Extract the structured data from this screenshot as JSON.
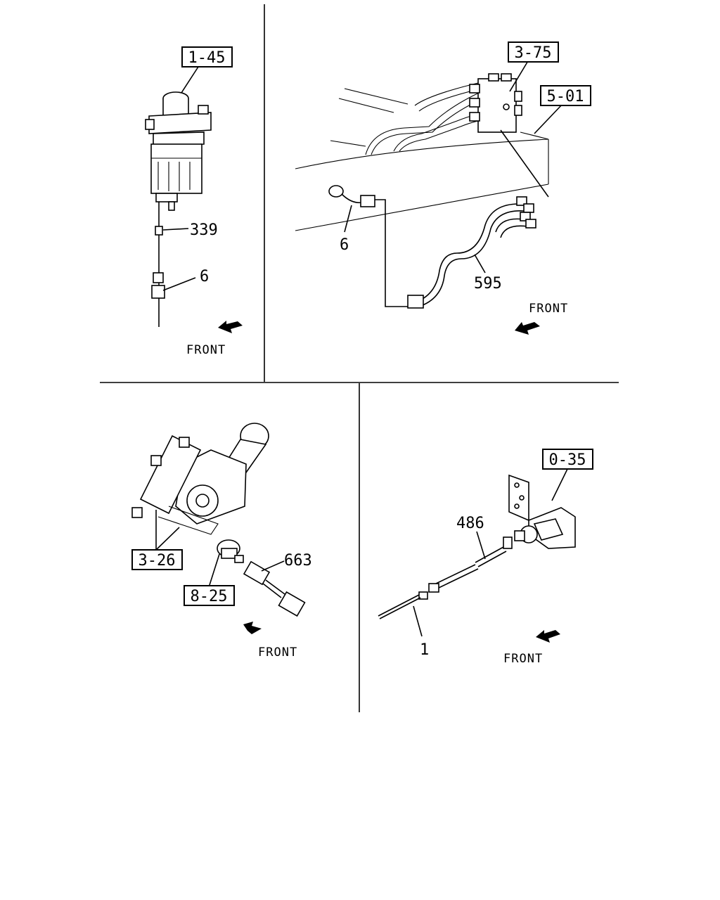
{
  "panels": [
    {
      "name": "top-left",
      "ref_boxes": [
        "1-45"
      ],
      "callouts": [
        "339",
        "6"
      ],
      "direction": "FRONT"
    },
    {
      "name": "top-right",
      "ref_boxes": [
        "3-75",
        "5-01"
      ],
      "callouts": [
        "6",
        "595"
      ],
      "direction": "FRONT"
    },
    {
      "name": "bottom-left",
      "ref_boxes": [
        "3-26",
        "8-25"
      ],
      "callouts": [
        "663"
      ],
      "direction": "FRONT"
    },
    {
      "name": "bottom-right",
      "ref_boxes": [
        "0-35"
      ],
      "callouts": [
        "486",
        "1"
      ],
      "direction": "FRONT"
    }
  ],
  "icons": {
    "direction_arrow": "front-arrow-icon"
  },
  "colors": {
    "ink": "#000000",
    "paper": "#ffffff"
  }
}
